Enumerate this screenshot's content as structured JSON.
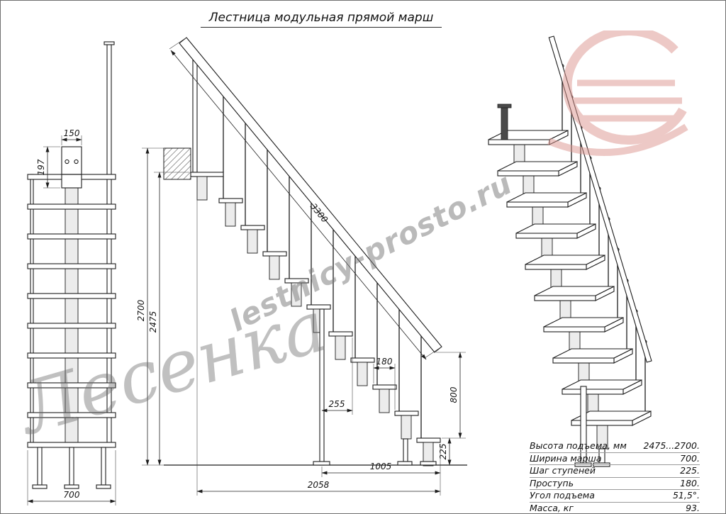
{
  "title": "Лестница модульная прямой марш",
  "watermarks": {
    "brand_text": "Лесенка",
    "site_url": "lestnicy-prosto.ru"
  },
  "colors": {
    "logo_red": "#dc948e",
    "watermark_gray": "#9a9a9a",
    "line_black": "#1c1c1c"
  },
  "dims": {
    "rail_post_width": "150",
    "bracket_height": "197",
    "march_width": "700",
    "total_height": "2700",
    "clear_height": "2475",
    "stringer_length": "3300",
    "tread_depth": "180",
    "support_offset": "255",
    "rail_end_height": "800",
    "first_riser": "225",
    "support_to_end": "1005",
    "total_run": "2058"
  },
  "spec_table": {
    "rows": [
      {
        "label": "Высота подъема, мм",
        "value": "2475...2700."
      },
      {
        "label": "Ширина марша",
        "value": "700."
      },
      {
        "label": "Шаг ступеней",
        "value": "225."
      },
      {
        "label": "Проступь",
        "value": "180."
      },
      {
        "label": "Угол подъема",
        "value": "51,5°."
      },
      {
        "label": "Масса, кг",
        "value": "93."
      }
    ]
  }
}
